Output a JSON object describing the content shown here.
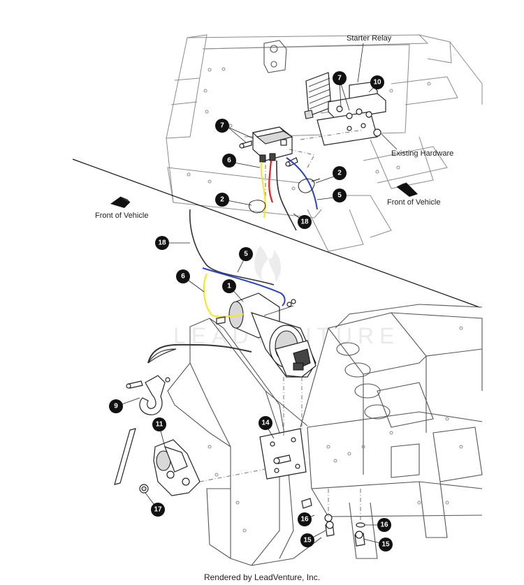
{
  "labels": {
    "starter_relay": "Starter Relay",
    "existing_hardware": "Existing Hardware",
    "front_of_vehicle_left": "Front of Vehicle",
    "front_of_vehicle_right": "Front of Vehicle"
  },
  "callouts": [
    "1",
    "2",
    "2",
    "5",
    "5",
    "6",
    "6",
    "7",
    "7",
    "9",
    "10",
    "11",
    "14",
    "15",
    "15",
    "16",
    "16",
    "17",
    "18",
    "18"
  ],
  "watermark": "LEADVENTURE",
  "footer": "Rendered by LeadVenture, Inc."
}
